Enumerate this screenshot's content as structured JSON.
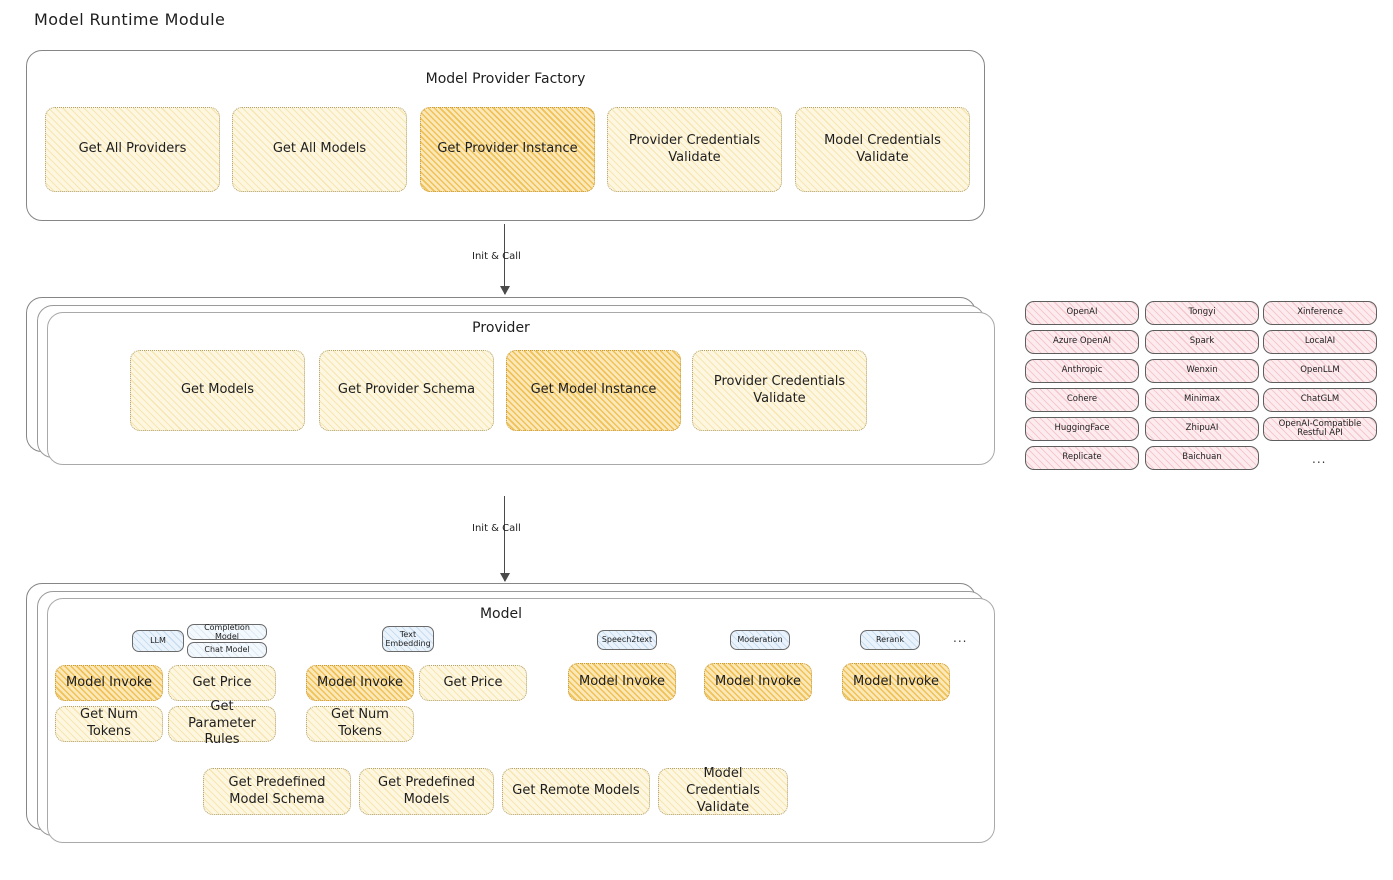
{
  "page": {
    "title": "Model Runtime Module"
  },
  "factory": {
    "title": "Model Provider Factory",
    "items": [
      {
        "label": "Get All Providers",
        "style": "pale"
      },
      {
        "label": "Get All Models",
        "style": "pale"
      },
      {
        "label": "Get Provider Instance",
        "style": "deep"
      },
      {
        "label": "Provider Credentials Validate",
        "style": "pale"
      },
      {
        "label": "Model Credentials Validate",
        "style": "pale"
      }
    ]
  },
  "arrow1": {
    "label": "Init & Call"
  },
  "provider": {
    "title": "Provider",
    "items": [
      {
        "label": "Get Models",
        "style": "pale"
      },
      {
        "label": "Get Provider Schema",
        "style": "pale"
      },
      {
        "label": "Get Model Instance",
        "style": "deep"
      },
      {
        "label": "Provider Credentials Validate",
        "style": "pale"
      }
    ]
  },
  "provider_list": {
    "column1": [
      "OpenAI",
      "Azure OpenAI",
      "Anthropic",
      "Cohere",
      "HuggingFace",
      "Replicate"
    ],
    "column2": [
      "Tongyi",
      "Spark",
      "Wenxin",
      "Minimax",
      "ZhipuAI",
      "Baichuan"
    ],
    "column3": [
      "Xinference",
      "LocalAI",
      "OpenLLM",
      "ChatGLM",
      "OpenAI-Compatible Restful API"
    ],
    "more": "..."
  },
  "arrow2": {
    "label": "Init & Call"
  },
  "model": {
    "title": "Model",
    "more": "...",
    "groups": [
      {
        "badge": "LLM",
        "sub_badges": [
          "Completion Model",
          "Chat Model"
        ],
        "methods": [
          {
            "label": "Model Invoke",
            "style": "deep"
          },
          {
            "label": "Get Price",
            "style": "pale"
          },
          {
            "label": "Get Num Tokens",
            "style": "pale"
          },
          {
            "label": "Get Parameter Rules",
            "style": "pale"
          }
        ]
      },
      {
        "badge": "Text Embedding",
        "sub_badges": [],
        "methods": [
          {
            "label": "Model Invoke",
            "style": "deep"
          },
          {
            "label": "Get Price",
            "style": "pale"
          },
          {
            "label": "Get Num Tokens",
            "style": "pale"
          }
        ]
      },
      {
        "badge": "Speech2text",
        "sub_badges": [],
        "methods": [
          {
            "label": "Model Invoke",
            "style": "deep"
          }
        ]
      },
      {
        "badge": "Moderation",
        "sub_badges": [],
        "methods": [
          {
            "label": "Model Invoke",
            "style": "deep"
          }
        ]
      },
      {
        "badge": "Rerank",
        "sub_badges": [],
        "methods": [
          {
            "label": "Model Invoke",
            "style": "deep"
          }
        ]
      }
    ],
    "common_methods": [
      {
        "label": "Get Predefined Model Schema",
        "style": "pale"
      },
      {
        "label": "Get Predefined Models",
        "style": "pale"
      },
      {
        "label": "Get Remote Models",
        "style": "pale"
      },
      {
        "label": "Model Credentials Validate",
        "style": "pale"
      }
    ]
  },
  "colors": {
    "pale_fill": "#fdf6e0",
    "deep_fill": "#fbe8b8",
    "chip_fill": "#fdecef",
    "badge_fill": "#eaf3fb",
    "stroke": "#868686"
  }
}
